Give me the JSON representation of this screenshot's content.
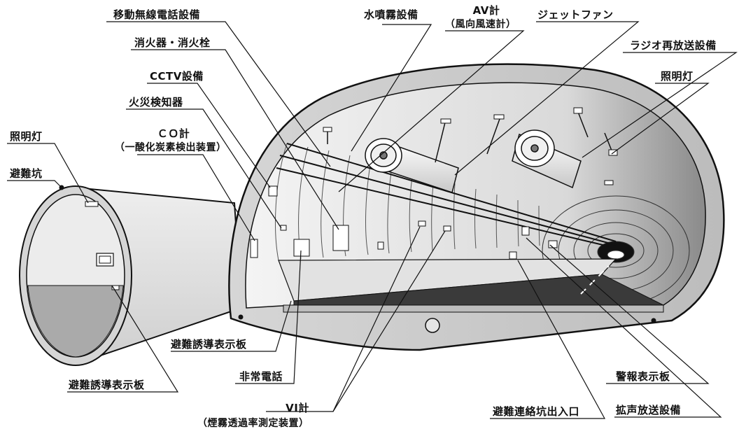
{
  "labels": {
    "mobile_radio": "移動無線電話設備",
    "extinguisher": "消火器・消火栓",
    "cctv": "CCTV設備",
    "fire_detector": "火災検知器",
    "co_meter": "ＣＯ計",
    "co_meter_sub": "（一酸化炭素検出装置）",
    "lighting_left": "照明灯",
    "evacuation_shaft": "避難坑",
    "water_spray": "水噴霧設備",
    "av_meter": "AV計",
    "av_meter_sub": "（風向風速計）",
    "jet_fan": "ジェットファン",
    "radio_rebroadcast": "ラジオ再放送設備",
    "lighting_right": "照明灯",
    "evac_guide_sign_mid": "避難誘導表示板",
    "evac_guide_sign_left": "避難誘導表示板",
    "emergency_phone": "非常電話",
    "vi_meter": "VI計",
    "vi_meter_sub": "（煙霧透過率測定装置）",
    "evac_connect_entrance": "避難連絡坑出入口",
    "warning_sign": "警報表示板",
    "loudspeaker": "拡声放送設備"
  },
  "colors": {
    "line": "#111111",
    "tunnel_wall": "#cfcfcf",
    "tunnel_inner": "#e6e6e6",
    "road": "#3a3a3a",
    "shaft": "#d8d8d8"
  }
}
